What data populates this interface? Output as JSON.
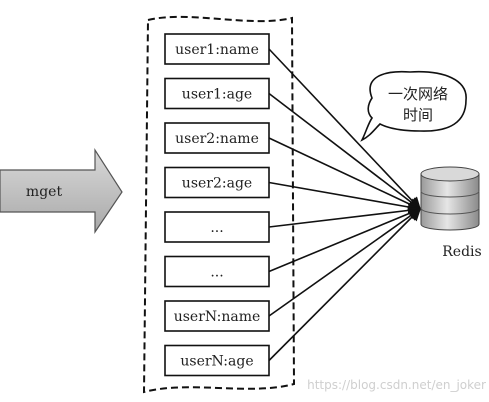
{
  "command": {
    "label": "mget"
  },
  "keys": [
    "user1:name",
    "user1:age",
    "user2:name",
    "user2:age",
    "...",
    "...",
    "userN:name",
    "userN:age"
  ],
  "server": {
    "label": "Redis"
  },
  "bubble": {
    "line1": "一次网络",
    "line2": "时间"
  },
  "watermark": "https://blog.csdn.net/en_joker"
}
